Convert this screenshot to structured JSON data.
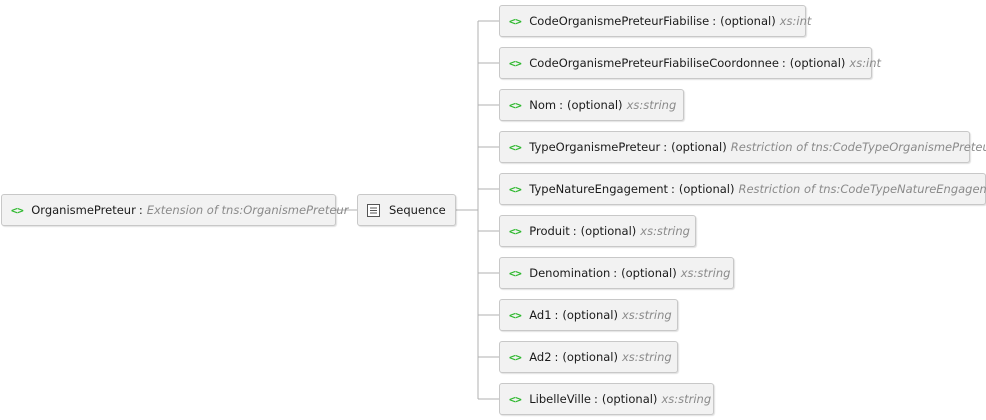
{
  "root": {
    "name": "OrganismePreteur",
    "type": "Extension of tns:OrganismePreteur",
    "icon": "element-icon"
  },
  "compositor": {
    "label": "Sequence",
    "icon": "sequence-icon"
  },
  "children": [
    {
      "name": "CodeOrganismePreteurFiabilise",
      "occurrence": "(optional)",
      "type": "xs:int"
    },
    {
      "name": "CodeOrganismePreteurFiabiliseCoordonnee",
      "occurrence": "(optional)",
      "type": "xs:int"
    },
    {
      "name": "Nom",
      "occurrence": "(optional)",
      "type": "xs:string"
    },
    {
      "name": "TypeOrganismePreteur",
      "occurrence": "(optional)",
      "type": "Restriction of tns:CodeTypeOrganismePreteur"
    },
    {
      "name": "TypeNatureEngagement",
      "occurrence": "(optional)",
      "type": "Restriction of tns:CodeTypeNatureEngagement"
    },
    {
      "name": "Produit",
      "occurrence": "(optional)",
      "type": "xs:string"
    },
    {
      "name": "Denomination",
      "occurrence": "(optional)",
      "type": "xs:string"
    },
    {
      "name": "Ad1",
      "occurrence": "(optional)",
      "type": "xs:string"
    },
    {
      "name": "Ad2",
      "occurrence": "(optional)",
      "type": "xs:string"
    },
    {
      "name": "LibelleVille",
      "occurrence": "(optional)",
      "type": "xs:string"
    }
  ],
  "colors": {
    "element_icon": "#2db82d",
    "type_text": "#8a8a8a",
    "connector": "#b0b0b0"
  }
}
